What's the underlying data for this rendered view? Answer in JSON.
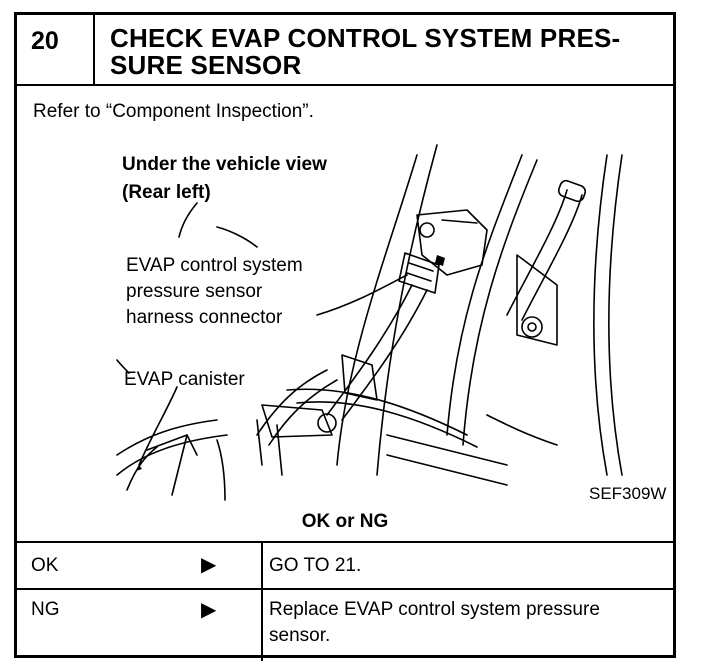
{
  "header": {
    "step_number": "20",
    "title_line1": "CHECK EVAP CONTROL SYSTEM PRES-",
    "title_line2": "SURE SENSOR"
  },
  "instruction": "Refer to “Component Inspection”.",
  "figure": {
    "view_line1": "Under the vehicle view",
    "view_line2": "(Rear left)",
    "connector_line1": "EVAP control system",
    "connector_line2": "pressure sensor",
    "connector_line3": "harness connector",
    "canister_label": "EVAP canister",
    "code": "SEF309W"
  },
  "result_heading": "OK or NG",
  "results": [
    {
      "condition": "OK",
      "arrow": "▶",
      "action_line1": "GO TO 21.",
      "action_line2": ""
    },
    {
      "condition": "NG",
      "arrow": "▶",
      "action_line1": "Replace EVAP control system pressure",
      "action_line2": "sensor."
    }
  ]
}
